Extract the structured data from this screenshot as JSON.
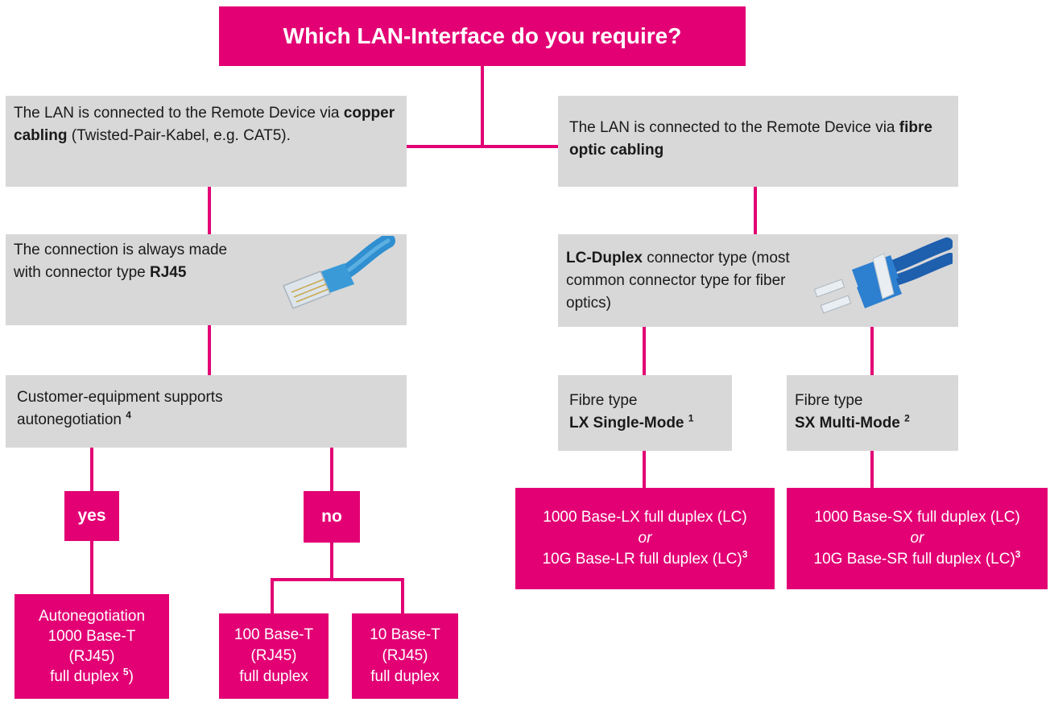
{
  "title": "Which LAN-Interface do you require?",
  "copper": {
    "pre": "The LAN is connected to the Remote Device via ",
    "bold": "copper cabling",
    "post": " (Twisted-Pair-Kabel, e.g. CAT5)."
  },
  "fibre": {
    "pre": "The LAN is connected to the Remote Device via ",
    "bold": "fibre optic cabling"
  },
  "rj45": {
    "pre": "The connection is always made with connector type ",
    "bold": "RJ45",
    "image": "rj45-cable-image"
  },
  "lc": {
    "bold": "LC-Duplex",
    "post": " connector type (most common connector type for fiber optics)",
    "image": "lc-duplex-cable-image"
  },
  "autoneg": {
    "text": "Customer-equipment supports autonegotiation",
    "sup": "4"
  },
  "lx": {
    "line1": "Fibre type",
    "bold": "LX Single-Mode",
    "sup": "1"
  },
  "sx": {
    "line1": "Fibre type",
    "bold": "SX Multi-Mode",
    "sup": "2"
  },
  "yes": "yes",
  "no": "no",
  "lx_result": {
    "line1": "1000 Base-LX full duplex (LC)",
    "or": "or",
    "line3": "10G Base-LR full duplex (LC)",
    "sup": "3"
  },
  "sx_result": {
    "line1": "1000 Base-SX full duplex (LC)",
    "or": "or",
    "line3": "10G Base-SR full duplex (LC)",
    "sup": "3"
  },
  "auto_result": {
    "line1": "Autonegotiation",
    "line2": "1000 Base-T",
    "line3": "(RJ45)",
    "line4": "full duplex",
    "sup": "5",
    "close": ")"
  },
  "base100": {
    "line1": "100 Base-T",
    "line2": "(RJ45)",
    "line3": "full duplex"
  },
  "base10": {
    "line1": "10 Base-T",
    "line2": "(RJ45)",
    "line3": "full duplex"
  },
  "colors": {
    "magenta": "#e20074",
    "gray": "#d8d8d8"
  }
}
